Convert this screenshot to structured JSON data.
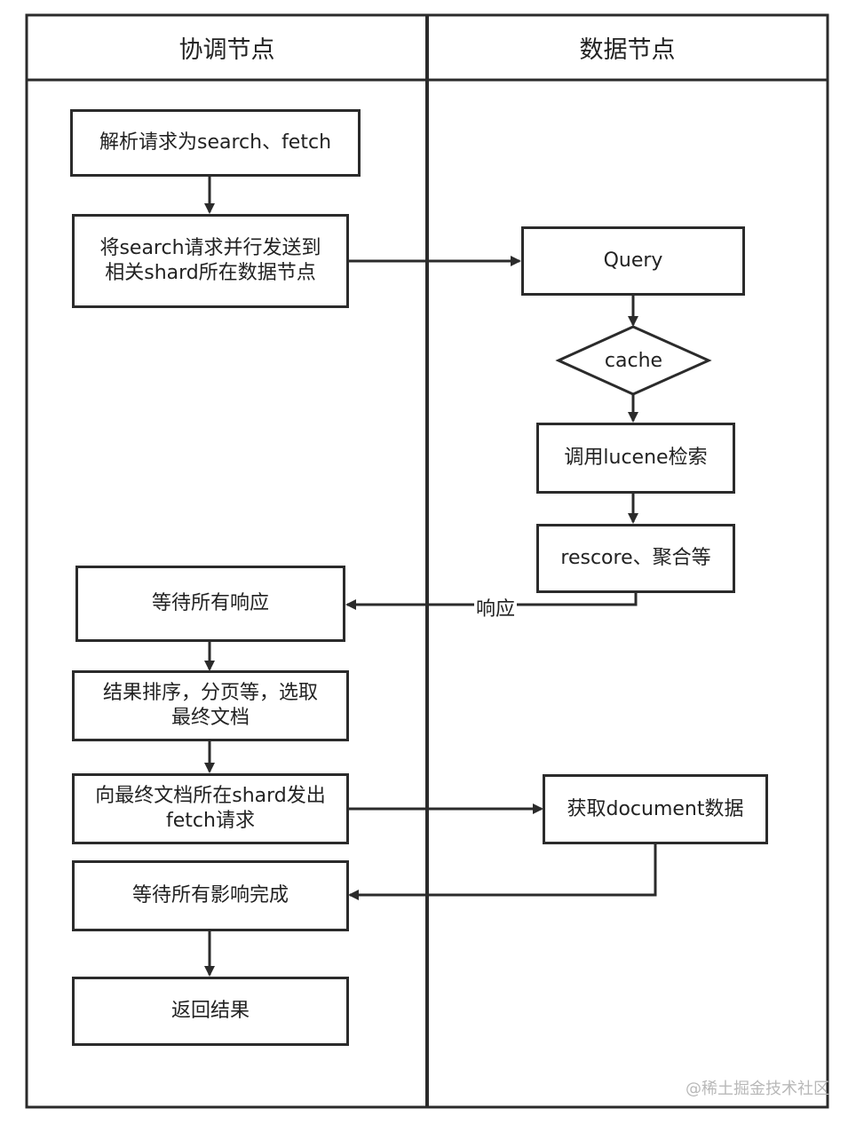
{
  "lanes": {
    "left": "协调节点",
    "right": "数据节点"
  },
  "nodes": {
    "parse": "解析请求为search、fetch",
    "send_search_l1": "将search请求并行发送到",
    "send_search_l2": "相关shard所在数据节点",
    "query": "Query",
    "cache": "cache",
    "lucene": "调用lucene检索",
    "rescore": "rescore、聚合等",
    "wait_all": "等待所有响应",
    "sort_l1": "结果排序，分页等，选取",
    "sort_l2": "最终文档",
    "send_fetch_l1": "向最终文档所在shard发出",
    "send_fetch_l2": "fetch请求",
    "get_doc": "获取document数据",
    "wait_complete": "等待所有影响完成",
    "return": "返回结果"
  },
  "edges": {
    "response_label": "响应"
  },
  "watermark": "@稀土掘金技术社区"
}
